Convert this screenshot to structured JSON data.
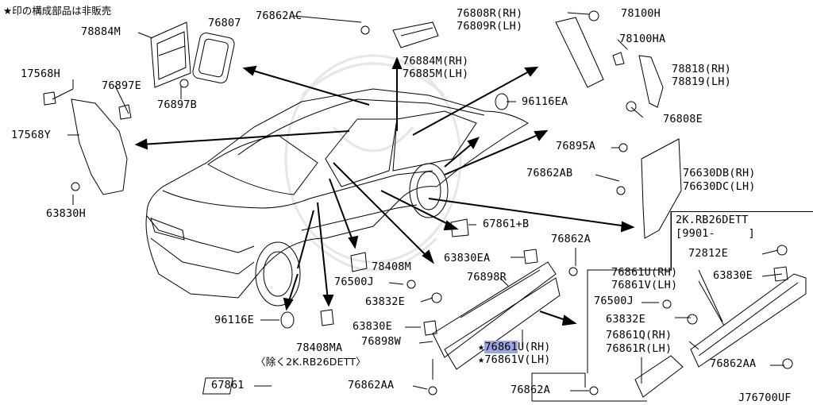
{
  "note": "★印の構成部品は非販売",
  "diagram_id": "J76700UF",
  "labels": {
    "p78884M": "78884M",
    "p76807": "76807",
    "p76862AC": "76862AC",
    "p76808R": "76808R(RH)",
    "p76809R": "76809R(LH)",
    "p78100H": "78100H",
    "p78100HA": "78100HA",
    "p17568H": "17568H",
    "p76897E": "76897E",
    "p76897B": "76897B",
    "p76884M": "76884M(RH)",
    "p76885M": "76885M(LH)",
    "p78818": "78818(RH)",
    "p78819": "78819(LH)",
    "p96116EA": "96116EA",
    "p76808E": "76808E",
    "p17568Y": "17568Y",
    "p76895A": "76895A",
    "p76862AB": "76862AB",
    "p76630DB": "76630DB(RH)",
    "p76630DC": "76630DC(LH)",
    "p63830H": "63830H",
    "p67861B": "67861+B",
    "inset_title": "2K.RB26DETT",
    "inset_date": "[9901-     ]",
    "p72812E": "72812E",
    "p76862A": "76862A",
    "p63830EA": "63830EA",
    "p78408M": "78408M",
    "p76500J": "76500J",
    "p76898R": "76898R",
    "p63832E": "63832E",
    "p96116E": "96116E",
    "p63830E": "63830E",
    "p76898W": "76898W",
    "p76861U_num": "76861",
    "p76861U_tail": "U(RH)",
    "p76861V": "★76861V(LH)",
    "star": "★",
    "p78408MA": "78408MA",
    "p78408MA_note": "〈除く2K.RB26DETT〉",
    "p67861": "67861",
    "p76862AA": "76862AA",
    "i76861U": "76861U(RH)",
    "i76861V": "76861V(LH)",
    "i63830E": "63830E",
    "i76500J": "76500J",
    "i63832E": "63832E",
    "i76861Q": "76861Q(RH)",
    "i76861R": "76861R(LH)",
    "i76862A": "76862A",
    "i76862AA": "76862AA"
  },
  "colors": {
    "ink": "#000000",
    "highlight": "#9aa6df",
    "watermark": "#e6e6e6"
  }
}
